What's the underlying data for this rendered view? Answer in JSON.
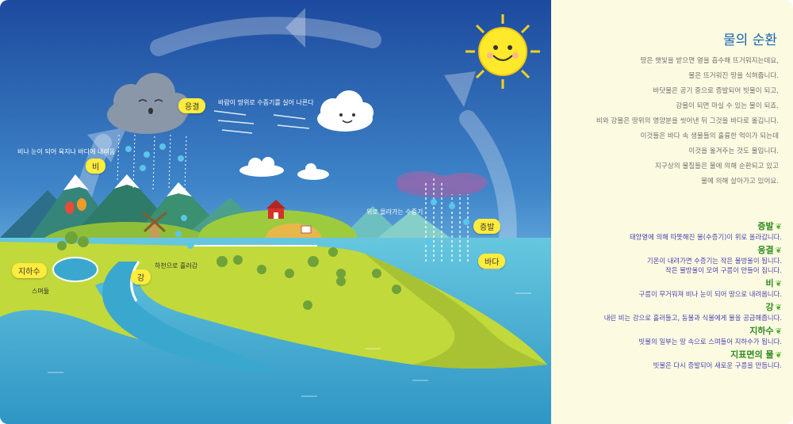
{
  "scene": {
    "labels": {
      "wind": "바람이 땅위로 수증기를 실어 나른다",
      "rain_desc": "비나 눈이 되어 육지나 바다에 내려옴",
      "vapor_up": "위로 올라가는 수증기",
      "stream_down": "하천으로 흘러감",
      "seep": "스며듦"
    },
    "pills": {
      "condensation": "응결",
      "rain": "비",
      "groundwater": "지하수",
      "river": "강",
      "evaporation": "증발",
      "sea": "바다"
    }
  },
  "panel": {
    "title": "물의 순환",
    "intro": [
      "땅은 햇빛을 받으면 열을 흡수해 뜨거워지는데요,",
      "물은 뜨거워진 땅을 식혀줍니다.",
      "바닷물은 공기 중으로 증발되어 빗물이 되고,",
      "강물이 되면 마실 수 있는 물이 되죠.",
      "비와 강물은 땅위의 영양분을 씻어낸 뒤 그것을 바다로 옮깁니다.",
      "이것들은 바다 속 생물들의 훌륭한 먹이가 되는데",
      "이것을 옮겨주는 것도 물입니다.",
      "지구상의 물질들은 물에 의해 순환되고 있고",
      "물에 의해 살아가고 있어요."
    ],
    "terms": [
      {
        "name": "증발",
        "desc": [
          "태양열에 의해 따뜻해진 물(수증기)이 위로 올라갑니다."
        ]
      },
      {
        "name": "응결",
        "desc": [
          "기온이 내려가면 수증기는 작은 물방울이 됩니다.",
          "작은 물방울이 모여 구름이 만들어 집니다."
        ]
      },
      {
        "name": "비",
        "desc": [
          "구름이 무거워져 비나 눈이 되어 땅으로 내려옵니다."
        ]
      },
      {
        "name": "강",
        "desc": [
          "내린 비는 강으로 흘러들고, 동물과 식물에게 물을 공급해줍니다."
        ]
      },
      {
        "name": "지하수",
        "desc": [
          "빗물의 일부는 땅 속으로 스며들어 지하수가 됩니다."
        ]
      },
      {
        "name": "지표면의 물",
        "desc": [
          "빗물은 다시 증발되어 새로운 구름을 만듭니다."
        ]
      }
    ],
    "sprout_icon": "sprout-icon"
  },
  "colors": {
    "sky_top": "#1d4a9e",
    "sky_bottom": "#8fd1f0",
    "sea": "#3aa7cf",
    "land": "#c2d93b",
    "pill": "#ffec3d",
    "title": "#1565b0",
    "term_heading": "#2f8a1f",
    "term_desc": "#4a3fb0"
  }
}
